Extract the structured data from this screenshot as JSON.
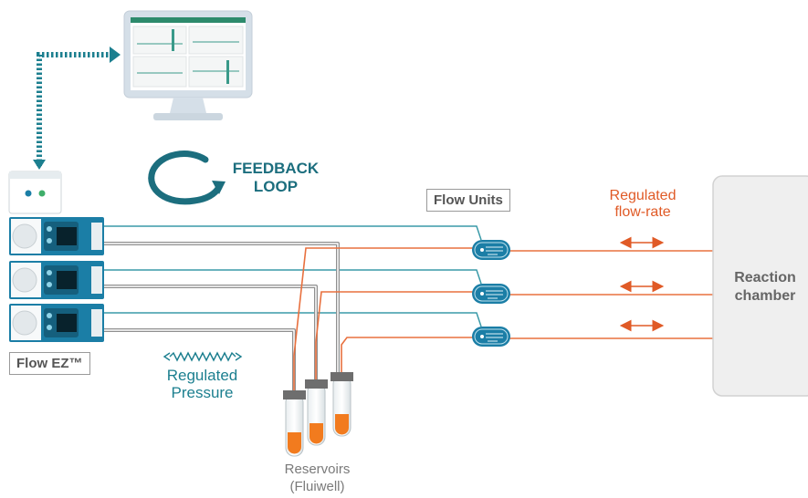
{
  "labels": {
    "feedback_line1": "FEEDBACK",
    "feedback_line2": "LOOP",
    "flow_units": "Flow Units",
    "regulated_rate_line1": "Regulated",
    "regulated_rate_line2": "flow-rate",
    "flow_ez": "Flow EZ™",
    "regulated_pressure_line1": "Regulated",
    "regulated_pressure_line2": "Pressure",
    "reservoirs_line1": "Reservoirs",
    "reservoirs_line2": "(Fluiwell)",
    "chamber_line1": "Reaction",
    "chamber_line2": "chamber"
  },
  "colors": {
    "teal": "#1c7f8f",
    "dark_teal": "#1c6e7e",
    "orange": "#e05a26",
    "pipe_grey": "#8f8f8f",
    "device_blue": "#1b7ea6"
  },
  "icons": {
    "monitor": "computer-monitor-icon",
    "feedback": "circular-arrow-icon",
    "controller": "flow-ez-controller-icon",
    "flow_unit": "flow-sensor-icon",
    "reservoir": "test-tube-icon",
    "pressure": "zigzag-double-arrow-icon",
    "flow_rate": "double-arrow-icon"
  }
}
